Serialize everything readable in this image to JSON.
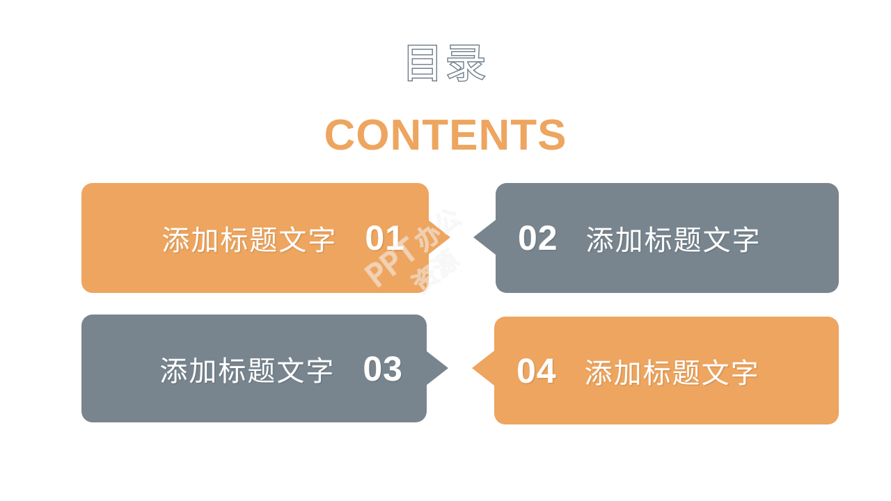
{
  "slide": {
    "title_cn": "目录",
    "title_en": "CONTENTS",
    "background_color": "#ffffff"
  },
  "theme": {
    "orange": "#eda55f",
    "slate": "#78858f",
    "title_stroke": "#73818d",
    "text_on_box": "#ffffff"
  },
  "watermark": {
    "text": "PPT办公资源",
    "color": "#f2f2f2"
  },
  "items": [
    {
      "number": "01",
      "label": "添加标题文字",
      "color_name": "orange",
      "color": "#eda55f",
      "arrow": "right",
      "position": "top-left"
    },
    {
      "number": "02",
      "label": "添加标题文字",
      "color_name": "slate",
      "color": "#78858f",
      "arrow": "left",
      "position": "top-right"
    },
    {
      "number": "03",
      "label": "添加标题文字",
      "color_name": "slate",
      "color": "#78858f",
      "arrow": "right",
      "position": "bottom-left"
    },
    {
      "number": "04",
      "label": "添加标题文字",
      "color_name": "orange",
      "color": "#eda55f",
      "arrow": "left",
      "position": "bottom-right"
    }
  ]
}
